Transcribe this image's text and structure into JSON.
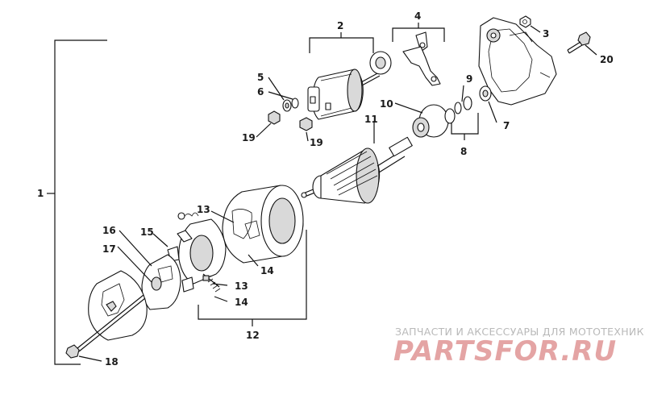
{
  "labels": {
    "l1": "1",
    "l2": "2",
    "l3": "3",
    "l4": "4",
    "l5": "5",
    "l6": "6",
    "l7": "7",
    "l8": "8",
    "l9": "9",
    "l10": "10",
    "l11": "11",
    "l12": "12",
    "l13a": "13",
    "l13b": "13",
    "l14a": "14",
    "l14b": "14",
    "l15": "15",
    "l16": "16",
    "l17": "17",
    "l18": "18",
    "l19a": "19",
    "l19b": "19",
    "l20": "20"
  },
  "watermark": {
    "subtitle": "ЗАПЧАСТИ И АКСЕССУАРЫ ДЛЯ МОТОТЕХНИКИ",
    "logo": "PARTSFOR.RU"
  },
  "colors": {
    "line": "#111111",
    "shade": "#d9d9d9",
    "watermark_red": "#e4a4a4",
    "watermark_gray": "#b9b9b9"
  }
}
